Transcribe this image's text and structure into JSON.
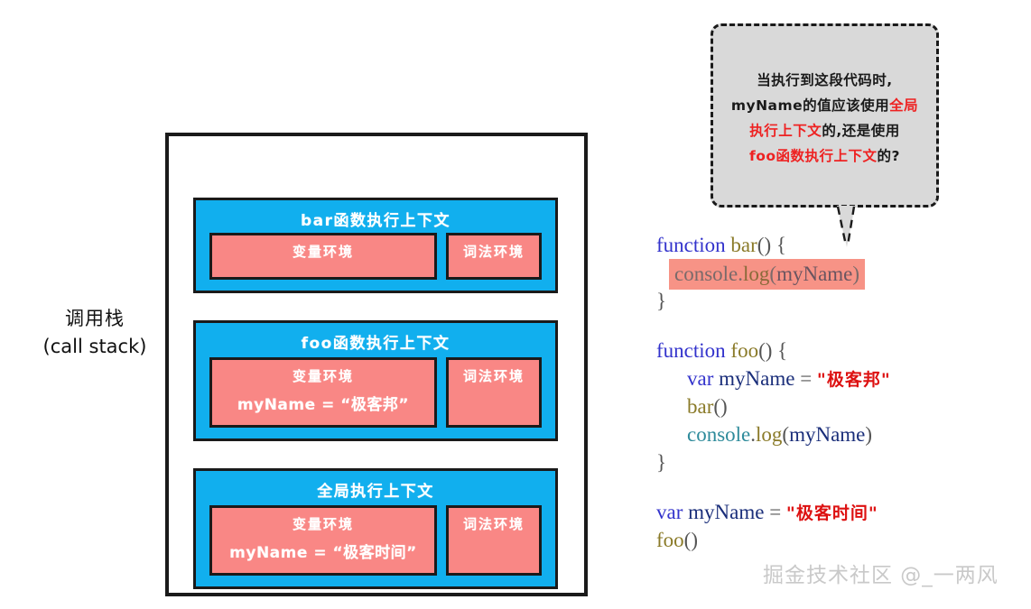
{
  "call_stack": {
    "label_zh": "调用栈",
    "label_en": "(call stack)",
    "contexts": [
      {
        "id": "bar",
        "title": "bar函数执行上下文",
        "variable_env": {
          "title": "变量环境",
          "binding": ""
        },
        "lexical_env": {
          "title": "词法环境"
        }
      },
      {
        "id": "foo",
        "title": "foo函数执行上下文",
        "variable_env": {
          "title": "变量环境",
          "binding": "myName = “极客邦”"
        },
        "lexical_env": {
          "title": "词法环境"
        }
      },
      {
        "id": "global",
        "title": "全局执行上下文",
        "variable_env": {
          "title": "变量环境",
          "binding": "myName = “极客时间”"
        },
        "lexical_env": {
          "title": "词法环境"
        }
      }
    ]
  },
  "speech_bubble": {
    "line1": "当执行到这段代码时,",
    "line2_plain": "myName的值应该使用",
    "line2_highlight": "全局",
    "line3_highlight": "执行上下文",
    "line3_plain": "的,还是使用",
    "line4_highlight": "foo函数执行上下文",
    "line4_plain": "的?",
    "highlight_color": "#EE2222",
    "background_color": "#D9D9D9"
  },
  "code": {
    "lines": [
      {
        "id": "bar-decl",
        "tokens": [
          {
            "t": "function ",
            "c": "kw"
          },
          {
            "t": "bar",
            "c": "fn"
          },
          {
            "t": "() {",
            "c": "punct"
          }
        ]
      },
      {
        "id": "bar-console",
        "highlighted": true,
        "tokens": [
          {
            "t": "console",
            "c": "obj"
          },
          {
            "t": ".",
            "c": "punct"
          },
          {
            "t": "log",
            "c": "fn"
          },
          {
            "t": "(",
            "c": "punct"
          },
          {
            "t": "myName",
            "c": "var"
          },
          {
            "t": ")",
            "c": "punct"
          }
        ]
      },
      {
        "id": "bar-close",
        "tokens": [
          {
            "t": "}",
            "c": "punct"
          }
        ]
      },
      {
        "id": "blank-1",
        "blank": true,
        "tokens": []
      },
      {
        "id": "foo-decl",
        "tokens": [
          {
            "t": "function ",
            "c": "kw"
          },
          {
            "t": "foo",
            "c": "fn"
          },
          {
            "t": "() {",
            "c": "punct"
          }
        ]
      },
      {
        "id": "foo-var",
        "indent": true,
        "tokens": [
          {
            "t": "var ",
            "c": "kw"
          },
          {
            "t": "myName",
            "c": "var"
          },
          {
            "t": " = ",
            "c": "punct"
          },
          {
            "t": "\"极客邦\"",
            "c": "str"
          }
        ]
      },
      {
        "id": "foo-callbar",
        "indent": true,
        "tokens": [
          {
            "t": "bar",
            "c": "fn"
          },
          {
            "t": "()",
            "c": "punct"
          }
        ]
      },
      {
        "id": "foo-console",
        "indent": true,
        "tokens": [
          {
            "t": "console",
            "c": "obj"
          },
          {
            "t": ".",
            "c": "punct"
          },
          {
            "t": "log",
            "c": "fn"
          },
          {
            "t": "(",
            "c": "punct"
          },
          {
            "t": "myName",
            "c": "var"
          },
          {
            "t": ")",
            "c": "punct"
          }
        ]
      },
      {
        "id": "foo-close",
        "tokens": [
          {
            "t": "}",
            "c": "punct"
          }
        ]
      },
      {
        "id": "blank-2",
        "blank": true,
        "tokens": []
      },
      {
        "id": "global-var",
        "tokens": [
          {
            "t": "var ",
            "c": "kw"
          },
          {
            "t": "myName",
            "c": "var"
          },
          {
            "t": " = ",
            "c": "punct"
          },
          {
            "t": "\"极客时间\"",
            "c": "str"
          }
        ]
      },
      {
        "id": "global-callfoo",
        "tokens": [
          {
            "t": "foo",
            "c": "fn"
          },
          {
            "t": "()",
            "c": "punct"
          }
        ]
      }
    ],
    "highlight_color": "#F79386"
  },
  "watermark": "掘金技术社区 @_一两风",
  "colors": {
    "context_blue": "#11AFEE",
    "environment_pink": "#F98785",
    "frame_black": "#1a1a1a",
    "code_string_red": "#DD1111"
  }
}
